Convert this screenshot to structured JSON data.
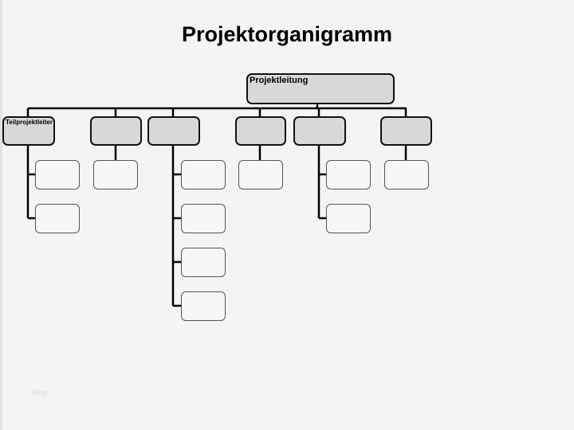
{
  "title": "Projektorganigramm",
  "root": {
    "label": "Projektleitung"
  },
  "level1": [
    {
      "label": "Teilprojektleiter",
      "children": 2
    },
    {
      "label": "",
      "children": 1
    },
    {
      "label": "",
      "children": 4
    },
    {
      "label": "",
      "children": 1
    },
    {
      "label": "",
      "children": 2
    },
    {
      "label": "",
      "children": 1
    }
  ],
  "watermark": "blog"
}
